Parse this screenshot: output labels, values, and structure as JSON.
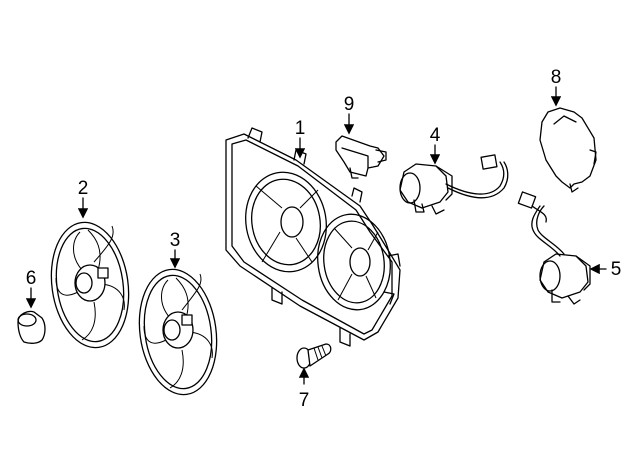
{
  "diagram": {
    "type": "exploded-parts-diagram",
    "callouts": [
      {
        "number": "1",
        "part": "fan-shroud"
      },
      {
        "number": "2",
        "part": "fan-blade"
      },
      {
        "number": "3",
        "part": "fan-blade"
      },
      {
        "number": "4",
        "part": "fan-motor"
      },
      {
        "number": "5",
        "part": "fan-motor"
      },
      {
        "number": "6",
        "part": "nut"
      },
      {
        "number": "7",
        "part": "bolt"
      },
      {
        "number": "8",
        "part": "cover"
      },
      {
        "number": "9",
        "part": "fan-control-module"
      }
    ]
  }
}
